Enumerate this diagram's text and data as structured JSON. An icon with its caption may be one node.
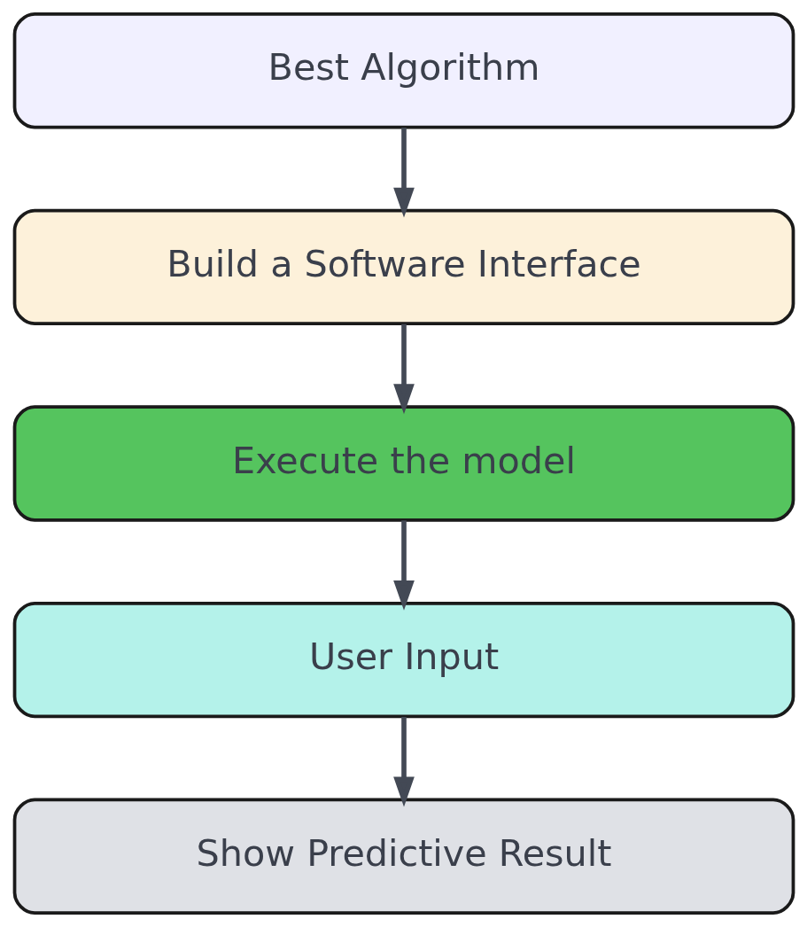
{
  "diagram": {
    "nodes": [
      {
        "text": [
          "Best Algorithm"
        ]
      },
      {
        "text": [
          "Build a Software Interface"
        ]
      },
      {
        "text": [
          "Execute the model"
        ]
      },
      {
        "text": [
          "User Input"
        ]
      },
      {
        "text": [
          "Show Predictive Result"
        ]
      }
    ],
    "edges": [
      {
        "from": 0,
        "to": 1,
        "arrow": "to"
      },
      {
        "from": 1,
        "to": 2,
        "arrow": "to"
      },
      {
        "from": 2,
        "to": 3,
        "arrow": "to"
      },
      {
        "from": 3,
        "to": 4,
        "arrow": "to"
      }
    ]
  }
}
